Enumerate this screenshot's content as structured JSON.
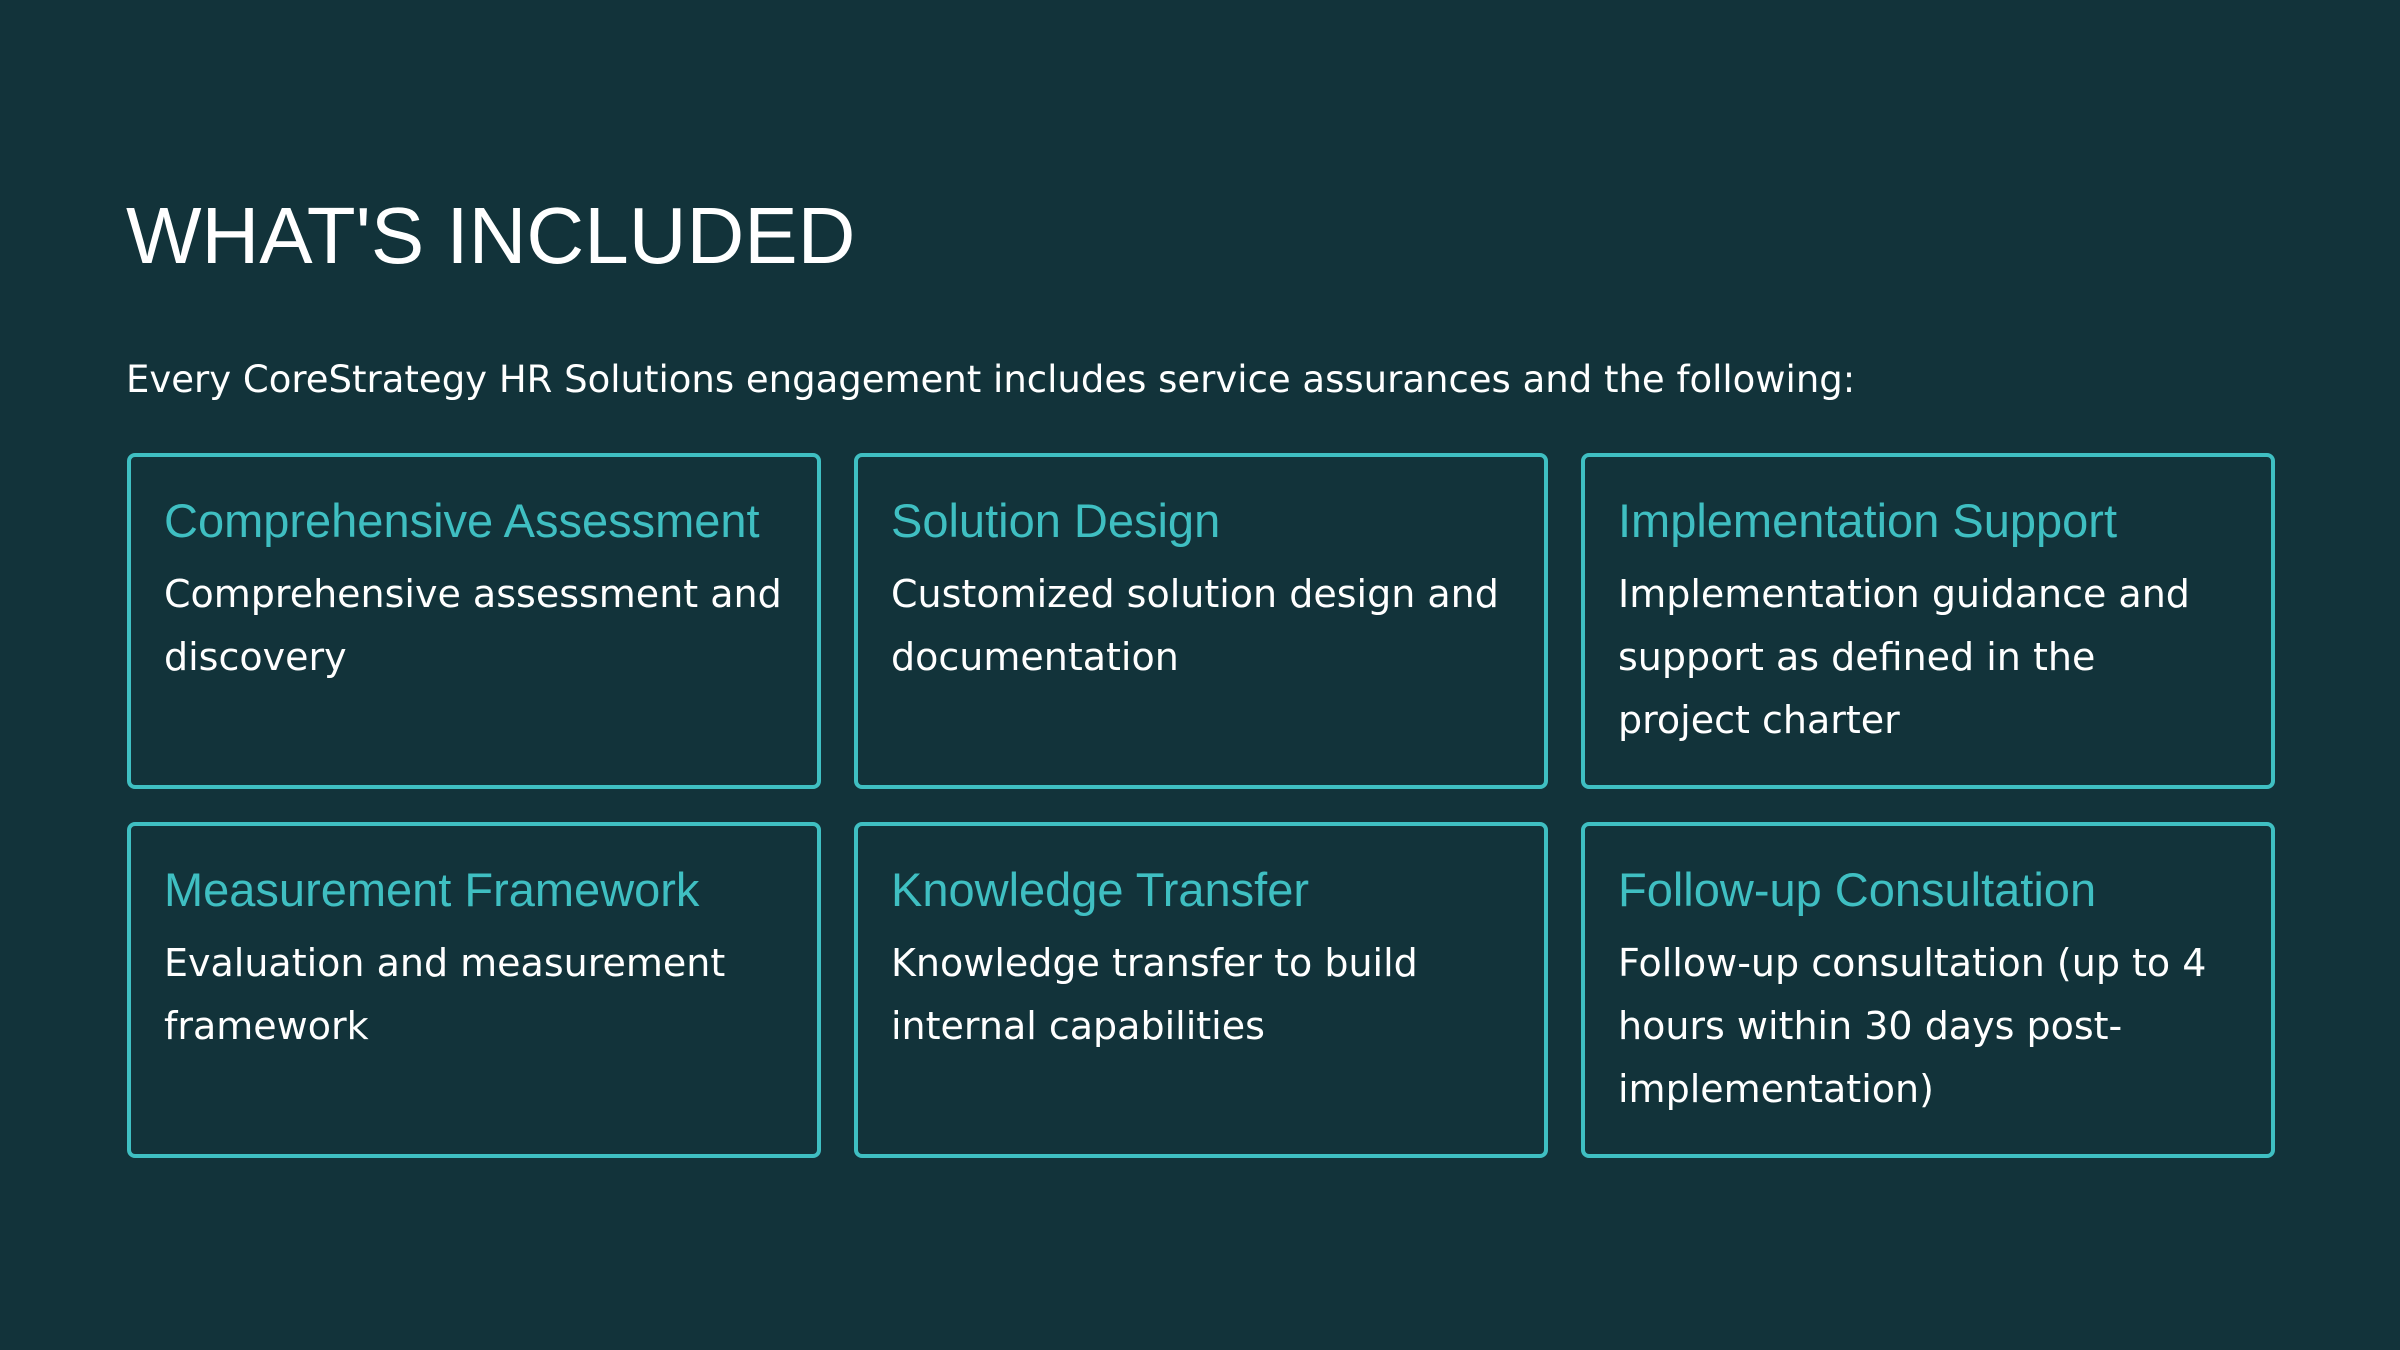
{
  "header": {
    "title": "WHAT'S INCLUDED",
    "subtitle": "Every CoreStrategy HR Solutions engagement includes service assurances and the following:"
  },
  "cards": [
    {
      "title": "Comprehensive Assessment",
      "body": "Comprehensive assessment and discovery"
    },
    {
      "title": "Solution Design",
      "body": "Customized solution design and documentation"
    },
    {
      "title": "Implementation Support",
      "body": "Implementation guidance and support as defined in the project charter"
    },
    {
      "title": "Measurement Framework",
      "body": "Evaluation and measurement framework"
    },
    {
      "title": "Knowledge Transfer",
      "body": "Knowledge transfer to build internal capabilities"
    },
    {
      "title": "Follow-up Consultation",
      "body": "Follow-up consultation (up to 4 hours within 30 days post-implementation)"
    }
  ],
  "colors": {
    "background": "#12333a",
    "accent": "#3fbfc2",
    "text": "#ffffff"
  }
}
